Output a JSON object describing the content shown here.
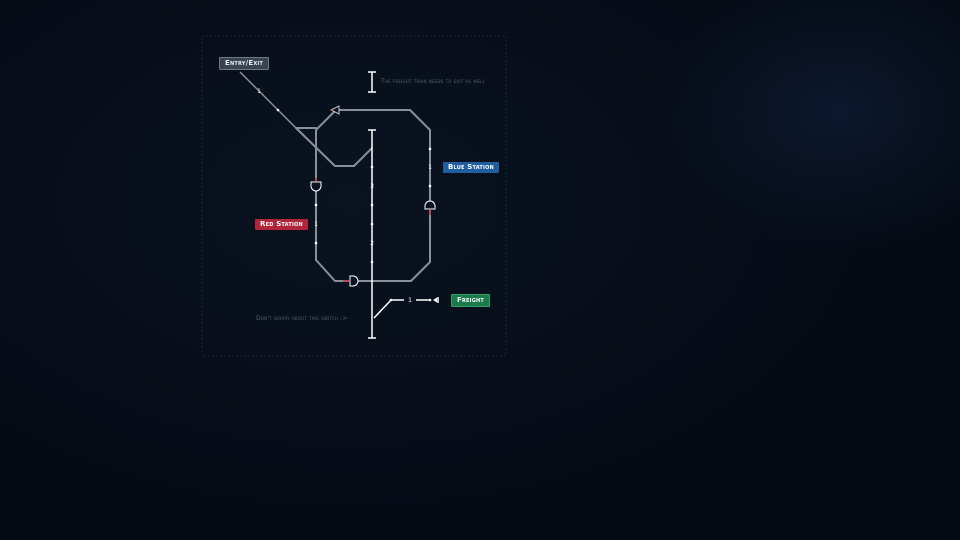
{
  "stations": {
    "entry_exit": "Entry/Exit",
    "blue": "Blue Station",
    "red": "Red Station",
    "freight": "Freight"
  },
  "hints": {
    "top": "The freight train needs to exit as well",
    "bottom": "Don't worry about this switch ->"
  },
  "track_numbers": {
    "entry": "1",
    "center_upper": "3",
    "center_lower": "2",
    "right": "1",
    "left": "1",
    "freight": "1"
  },
  "colors": {
    "background": "#050b15",
    "track": "#8a9098",
    "track_white": "#ffffff",
    "signal_red": "#c1272d",
    "blue_station": "#1f5fa0",
    "red_station": "#b1253a",
    "freight": "#1d7a4a",
    "entry_exit": "#3a4450"
  },
  "icons": [
    "switch-arrow-icon",
    "signal-icon",
    "buffer-stop-icon",
    "track-end-icon"
  ]
}
